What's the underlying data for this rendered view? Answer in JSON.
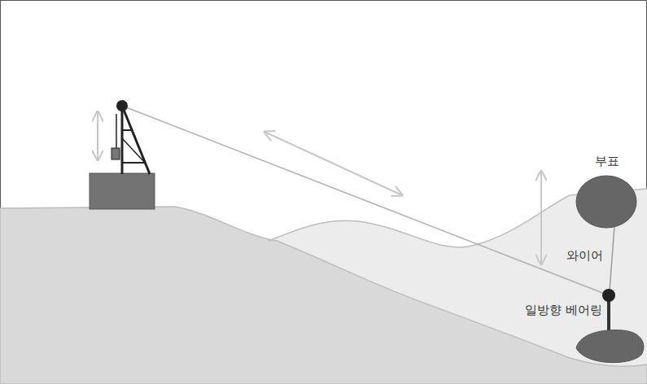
{
  "diagram": {
    "labels": [
      "부표",
      "와이어",
      "일방향 베어링"
    ]
  }
}
